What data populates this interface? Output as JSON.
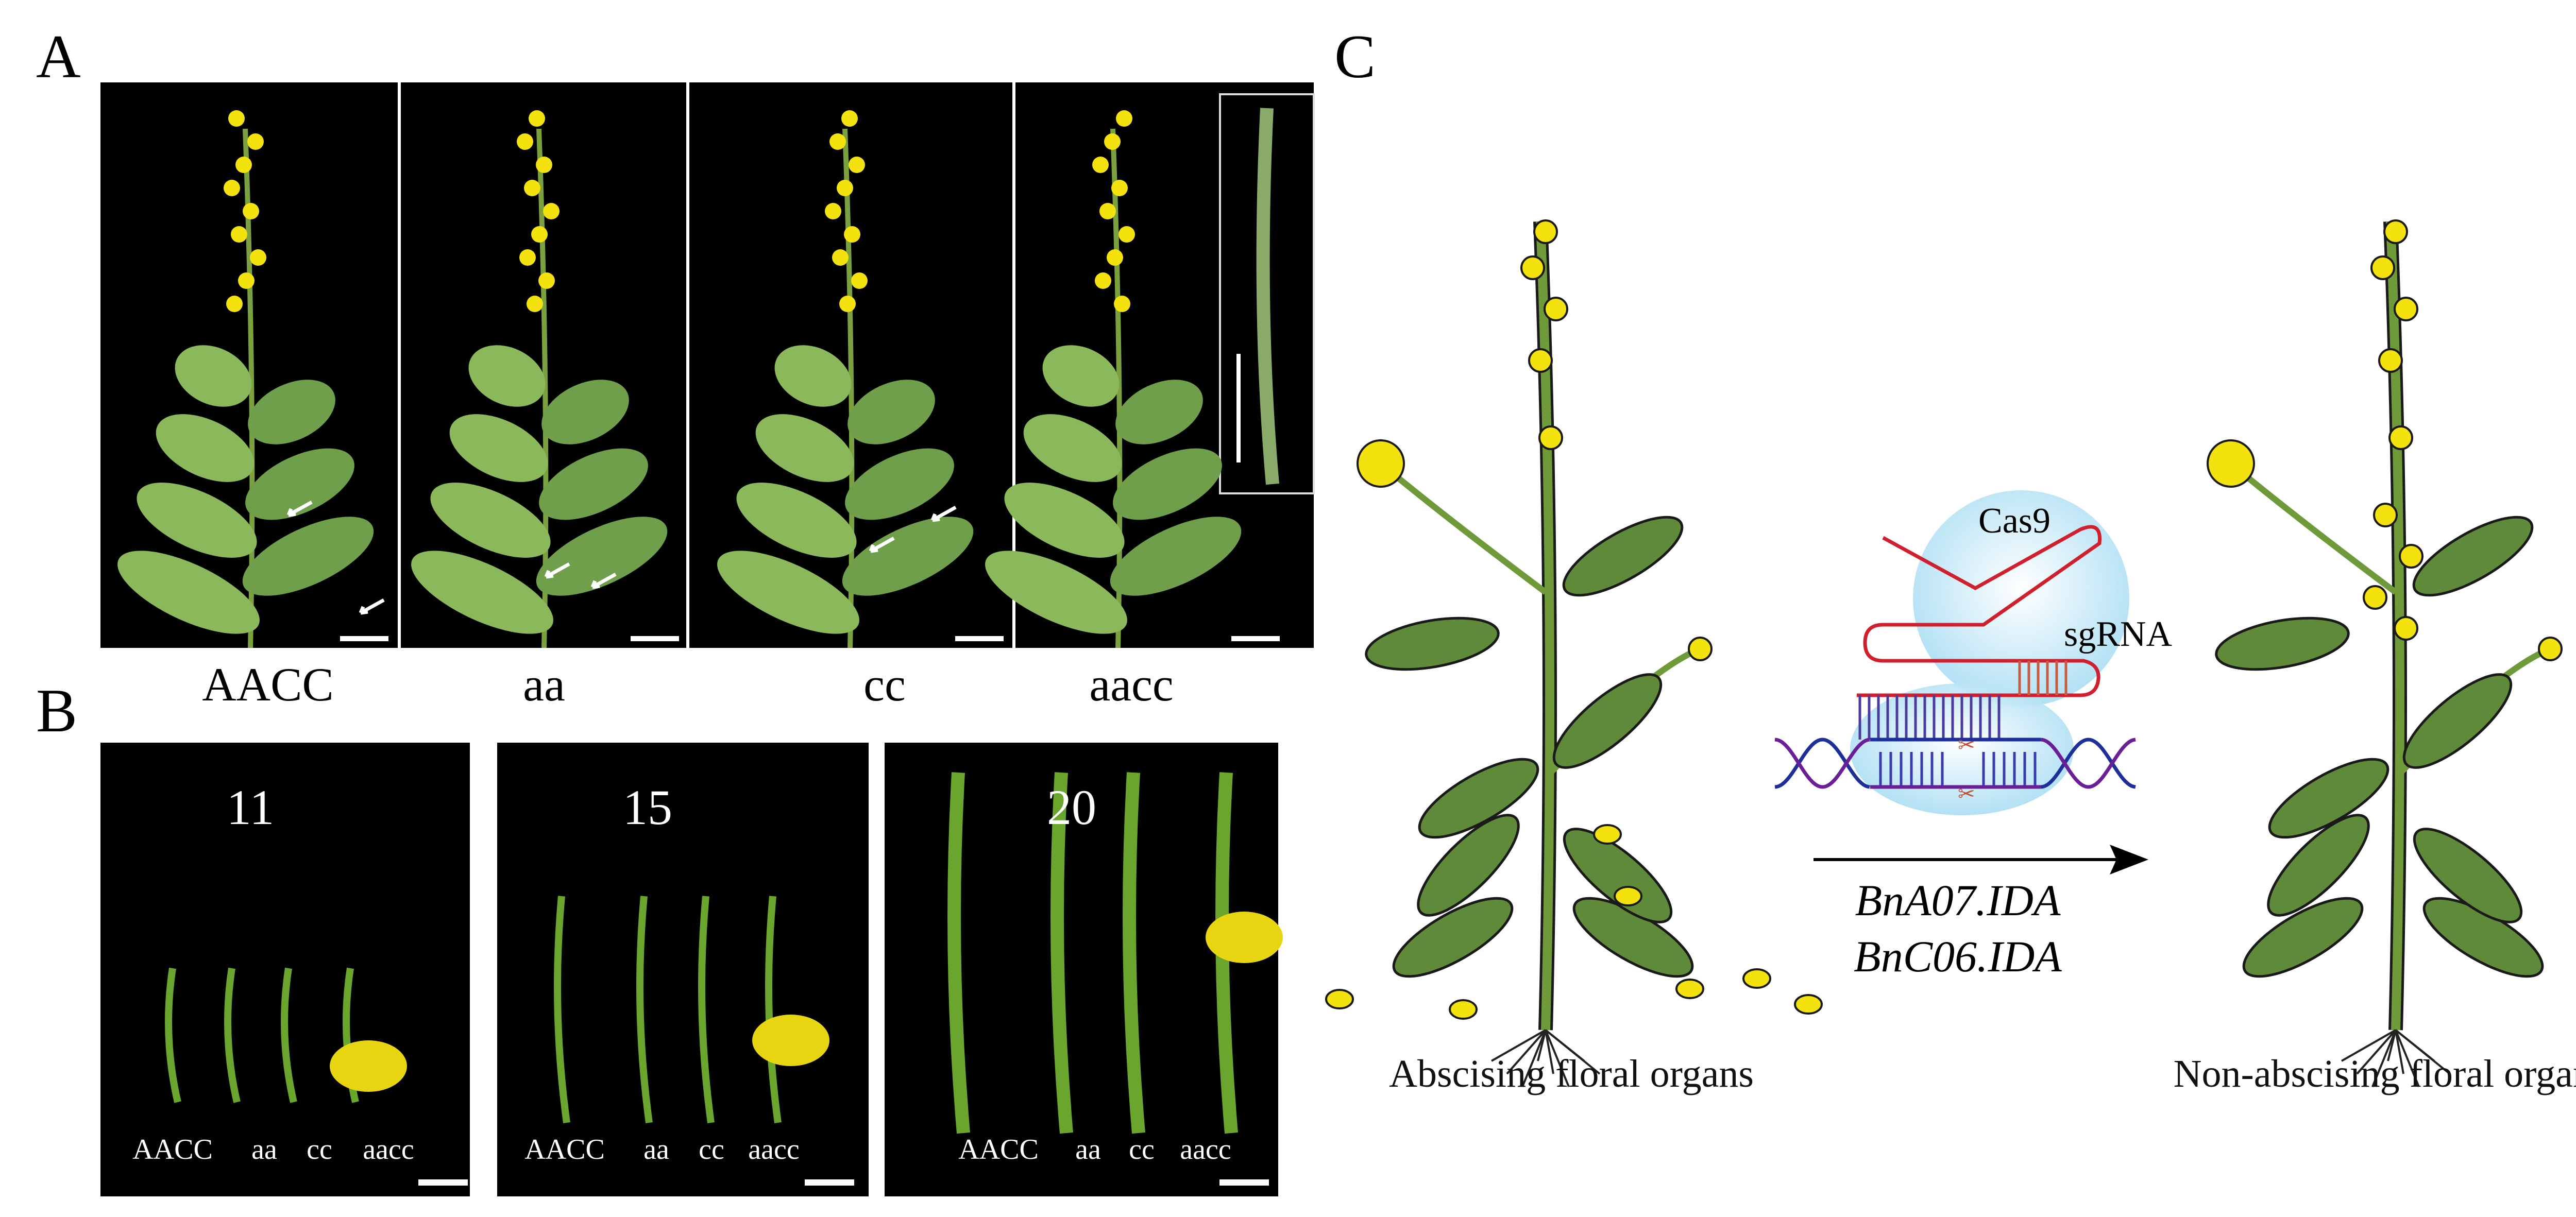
{
  "panel_labels": {
    "a": "A",
    "b": "B",
    "c": "C"
  },
  "panel_a": {
    "genotypes": [
      "AACC",
      "aa",
      "cc",
      "aacc"
    ]
  },
  "panel_b": {
    "groups": [
      {
        "day": "11",
        "labels": [
          "AACC",
          "aa",
          "cc",
          "aacc"
        ]
      },
      {
        "day": "15",
        "labels": [
          "AACC",
          "aa",
          "cc",
          "aacc"
        ]
      },
      {
        "day": "20",
        "labels": [
          "AACC",
          "aa",
          "cc",
          "aacc"
        ]
      }
    ]
  },
  "panel_c": {
    "cas9": "Cas9",
    "sgrna": "sgRNA",
    "genes": [
      "BnA07.IDA",
      "BnC06.IDA"
    ],
    "left_caption": "Abscising floral organs",
    "right_caption": "Non-abscising floral organs"
  },
  "colors": {
    "photo_bg": "#000000",
    "stem": "#6f9a3a",
    "leaf": "#5f8a3a",
    "flower": "#f3e20e",
    "cas9": "#a9ddf3",
    "sgrna": "#d0202e",
    "dna_a": "#1f2f9a",
    "dna_b": "#6a1f96"
  }
}
